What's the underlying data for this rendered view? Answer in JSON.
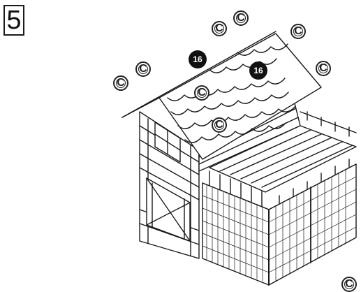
{
  "step": {
    "number": "5"
  },
  "callouts": {
    "fastener_label": "C",
    "part_label": "16"
  },
  "colors": {
    "line": "#1a1a1a",
    "background": "#ffffff"
  }
}
